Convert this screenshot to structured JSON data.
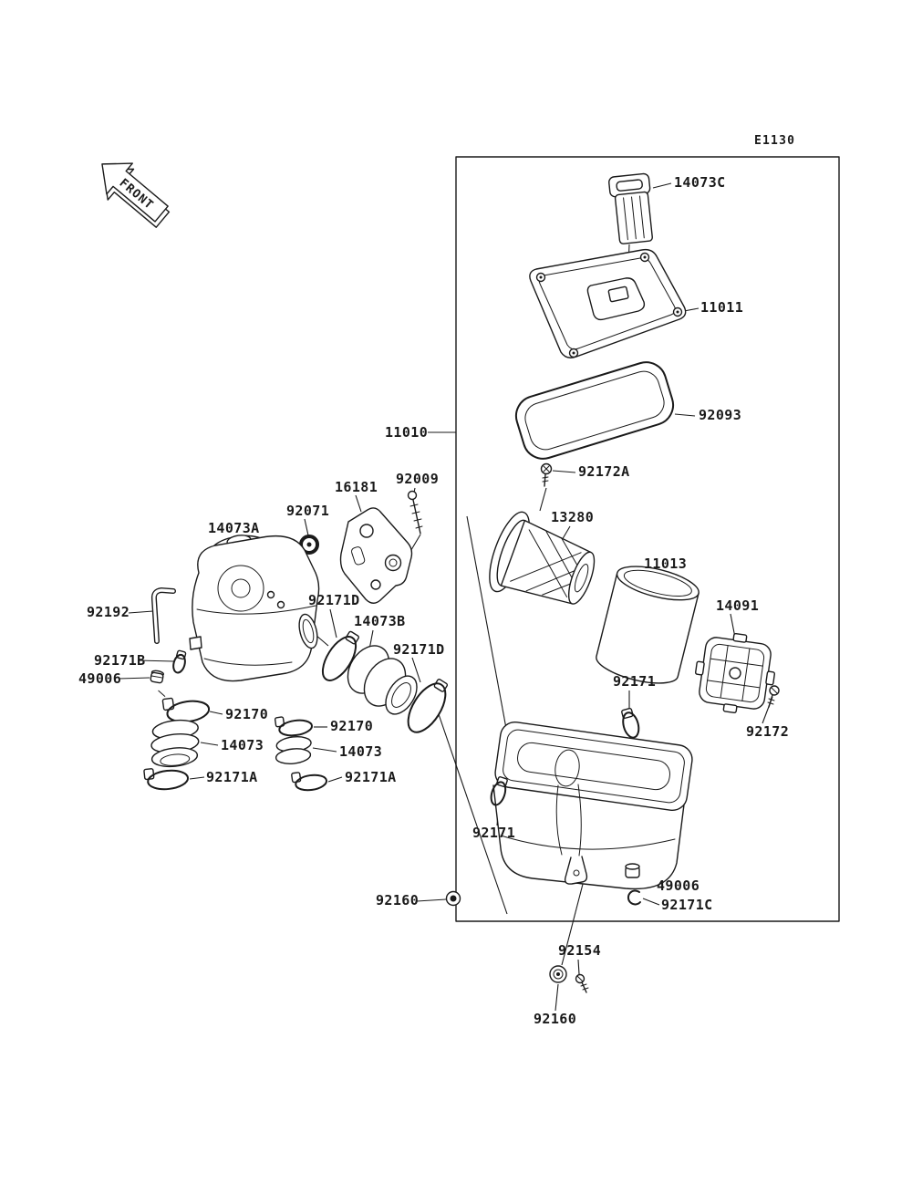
{
  "page_code": "E1130",
  "front_label": "FRONT",
  "part_labels": [
    {
      "part": "14073C"
    },
    {
      "part": "11011"
    },
    {
      "part": "92093"
    },
    {
      "part": "11010"
    },
    {
      "part": "92172A"
    },
    {
      "part": "13280"
    },
    {
      "part": "11013"
    },
    {
      "part": "14091"
    },
    {
      "part": "92171"
    },
    {
      "part": "92172"
    },
    {
      "part": "16181"
    },
    {
      "part": "92009"
    },
    {
      "part": "92071"
    },
    {
      "part": "14073A"
    },
    {
      "part": "92192"
    },
    {
      "part": "92171D"
    },
    {
      "part": "14073B"
    },
    {
      "part": "92171D"
    },
    {
      "part": "92171B"
    },
    {
      "part": "49006"
    },
    {
      "part": "92170"
    },
    {
      "part": "14073"
    },
    {
      "part": "92171A"
    },
    {
      "part": "92170"
    },
    {
      "part": "14073"
    },
    {
      "part": "92171A"
    },
    {
      "part": "92171"
    },
    {
      "part": "49006"
    },
    {
      "part": "92171C"
    },
    {
      "part": "92160"
    },
    {
      "part": "92154"
    },
    {
      "part": "92160"
    }
  ]
}
